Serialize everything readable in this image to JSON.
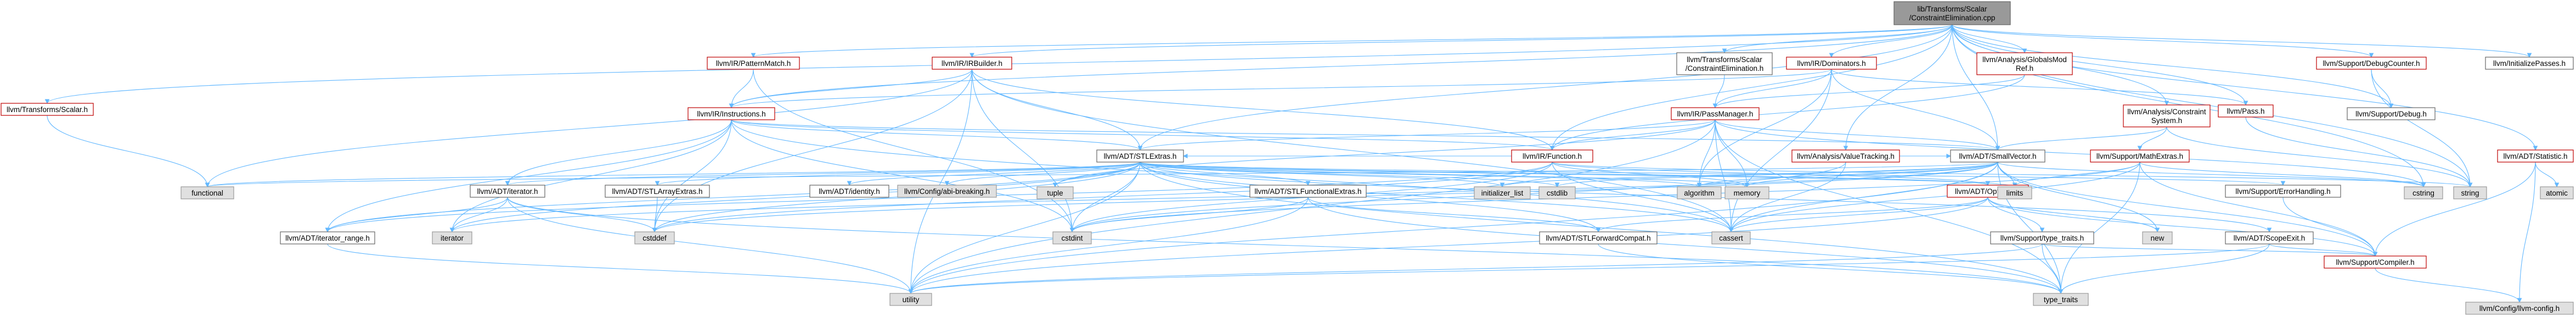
{
  "graph": {
    "nodes": [
      {
        "id": "root",
        "lines": [
          "lib/Transforms/Scalar",
          "/ConstraintElimination.cpp"
        ],
        "kind": "root",
        "interactable": false
      },
      {
        "id": "transforms_scalar_h",
        "lines": [
          "llvm/Transforms/Scalar.h"
        ],
        "kind": "red"
      },
      {
        "id": "patternmatch",
        "lines": [
          "llvm/IR/PatternMatch.h"
        ],
        "kind": "red"
      },
      {
        "id": "irbuilder",
        "lines": [
          "llvm/IR/IRBuilder.h"
        ],
        "kind": "red"
      },
      {
        "id": "ce_h",
        "lines": [
          "llvm/Transforms/Scalar",
          "/ConstraintElimination.h"
        ],
        "kind": "normal"
      },
      {
        "id": "dominators",
        "lines": [
          "llvm/IR/Dominators.h"
        ],
        "kind": "red"
      },
      {
        "id": "globalsmodref",
        "lines": [
          "llvm/Analysis/GlobalsMod",
          "Ref.h"
        ],
        "kind": "red"
      },
      {
        "id": "constraintsystem",
        "lines": [
          "llvm/Analysis/Constraint",
          "System.h"
        ],
        "kind": "red"
      },
      {
        "id": "pass",
        "lines": [
          "llvm/Pass.h"
        ],
        "kind": "red"
      },
      {
        "id": "debugcounter",
        "lines": [
          "llvm/Support/DebugCounter.h"
        ],
        "kind": "red"
      },
      {
        "id": "debug",
        "lines": [
          "llvm/Support/Debug.h"
        ],
        "kind": "normal"
      },
      {
        "id": "statistic",
        "lines": [
          "llvm/ADT/Statistic.h"
        ],
        "kind": "red"
      },
      {
        "id": "initializepasses",
        "lines": [
          "llvm/InitializePasses.h"
        ],
        "kind": "normal"
      },
      {
        "id": "instructions",
        "lines": [
          "llvm/IR/Instructions.h"
        ],
        "kind": "red"
      },
      {
        "id": "passmanager",
        "lines": [
          "llvm/IR/PassManager.h"
        ],
        "kind": "red"
      },
      {
        "id": "function",
        "lines": [
          "llvm/IR/Function.h"
        ],
        "kind": "red"
      },
      {
        "id": "valuetracking",
        "lines": [
          "llvm/Analysis/ValueTracking.h"
        ],
        "kind": "red"
      },
      {
        "id": "smallvector",
        "lines": [
          "llvm/ADT/SmallVector.h"
        ],
        "kind": "normal"
      },
      {
        "id": "mathextras",
        "lines": [
          "llvm/Support/MathExtras.h"
        ],
        "kind": "red"
      },
      {
        "id": "stlextras",
        "lines": [
          "llvm/ADT/STLExtras.h"
        ],
        "kind": "normal"
      },
      {
        "id": "iterator",
        "lines": [
          "llvm/ADT/iterator.h"
        ],
        "kind": "normal"
      },
      {
        "id": "stlarrayextras",
        "lines": [
          "llvm/ADT/STLArrayExtras.h"
        ],
        "kind": "normal"
      },
      {
        "id": "identity",
        "lines": [
          "llvm/ADT/identity.h"
        ],
        "kind": "normal"
      },
      {
        "id": "abibreaking",
        "lines": [
          "llvm/Config/abi-breaking.h"
        ],
        "kind": "std"
      },
      {
        "id": "stlfunctionalextras",
        "lines": [
          "llvm/ADT/STLFunctionalExtras.h"
        ],
        "kind": "normal"
      },
      {
        "id": "optional",
        "lines": [
          "llvm/ADT/Optional.h"
        ],
        "kind": "red"
      },
      {
        "id": "errorhandling",
        "lines": [
          "llvm/Support/ErrorHandling.h"
        ],
        "kind": "normal"
      },
      {
        "id": "scopeexit",
        "lines": [
          "llvm/ADT/ScopeExit.h"
        ],
        "kind": "normal"
      },
      {
        "id": "iterator_range",
        "lines": [
          "llvm/ADT/iterator_range.h"
        ],
        "kind": "normal"
      },
      {
        "id": "stlforwardcompat",
        "lines": [
          "llvm/ADT/STLForwardCompat.h"
        ],
        "kind": "normal"
      },
      {
        "id": "typetraits_support",
        "lines": [
          "llvm/Support/type_traits.h"
        ],
        "kind": "normal"
      },
      {
        "id": "compiler",
        "lines": [
          "llvm/Support/Compiler.h"
        ],
        "kind": "red"
      },
      {
        "id": "llvmconfig",
        "lines": [
          "llvm/Config/llvm-config.h"
        ],
        "kind": "std"
      },
      {
        "id": "functional",
        "lines": [
          "functional"
        ],
        "kind": "std"
      },
      {
        "id": "tuple",
        "lines": [
          "tuple"
        ],
        "kind": "std"
      },
      {
        "id": "initializer_list",
        "lines": [
          "initializer_list"
        ],
        "kind": "std"
      },
      {
        "id": "cstdlib",
        "lines": [
          "cstdlib"
        ],
        "kind": "std"
      },
      {
        "id": "algorithm",
        "lines": [
          "algorithm"
        ],
        "kind": "std"
      },
      {
        "id": "memory",
        "lines": [
          "memory"
        ],
        "kind": "std"
      },
      {
        "id": "limits",
        "lines": [
          "limits"
        ],
        "kind": "std"
      },
      {
        "id": "cstring",
        "lines": [
          "cstring"
        ],
        "kind": "std"
      },
      {
        "id": "string",
        "lines": [
          "string"
        ],
        "kind": "std"
      },
      {
        "id": "atomic",
        "lines": [
          "atomic"
        ],
        "kind": "std"
      },
      {
        "id": "literator",
        "lines": [
          "iterator"
        ],
        "kind": "std"
      },
      {
        "id": "cstddef",
        "lines": [
          "cstddef"
        ],
        "kind": "std"
      },
      {
        "id": "cstdint",
        "lines": [
          "cstdint"
        ],
        "kind": "std"
      },
      {
        "id": "cassert",
        "lines": [
          "cassert"
        ],
        "kind": "std"
      },
      {
        "id": "new",
        "lines": [
          "new"
        ],
        "kind": "std"
      },
      {
        "id": "utility",
        "lines": [
          "utility"
        ],
        "kind": "std"
      },
      {
        "id": "type_traits",
        "lines": [
          "type_traits"
        ],
        "kind": "std"
      }
    ],
    "edges": [
      [
        "root",
        "transforms_scalar_h"
      ],
      [
        "root",
        "patternmatch"
      ],
      [
        "root",
        "irbuilder"
      ],
      [
        "root",
        "ce_h"
      ],
      [
        "root",
        "dominators"
      ],
      [
        "root",
        "globalsmodref"
      ],
      [
        "root",
        "constraintsystem"
      ],
      [
        "root",
        "pass"
      ],
      [
        "root",
        "debugcounter"
      ],
      [
        "root",
        "debug"
      ],
      [
        "root",
        "statistic"
      ],
      [
        "root",
        "initializepasses"
      ],
      [
        "root",
        "stlextras"
      ],
      [
        "root",
        "smallvector"
      ],
      [
        "root",
        "valuetracking"
      ],
      [
        "root",
        "instructions"
      ],
      [
        "root",
        "function"
      ],
      [
        "root",
        "string"
      ],
      [
        "root",
        "cstring"
      ],
      [
        "transforms_scalar_h",
        "functional"
      ],
      [
        "patternmatch",
        "instructions"
      ],
      [
        "patternmatch",
        "cstdint"
      ],
      [
        "irbuilder",
        "instructions"
      ],
      [
        "irbuilder",
        "function"
      ],
      [
        "irbuilder",
        "stlextras"
      ],
      [
        "irbuilder",
        "cstdint"
      ],
      [
        "irbuilder",
        "cassert"
      ],
      [
        "irbuilder",
        "cstddef"
      ],
      [
        "irbuilder",
        "functional"
      ],
      [
        "irbuilder",
        "utility"
      ],
      [
        "ce_h",
        "passmanager"
      ],
      [
        "dominators",
        "passmanager"
      ],
      [
        "dominators",
        "smallvector"
      ],
      [
        "dominators",
        "algorithm"
      ],
      [
        "dominators",
        "cassert"
      ],
      [
        "dominators",
        "pass"
      ],
      [
        "dominators",
        "instructions"
      ],
      [
        "globalsmodref",
        "passmanager"
      ],
      [
        "globalsmodref",
        "function"
      ],
      [
        "constraintsystem",
        "smallvector"
      ],
      [
        "constraintsystem",
        "mathextras"
      ],
      [
        "constraintsystem",
        "string"
      ],
      [
        "pass",
        "string"
      ],
      [
        "debugcounter",
        "debug"
      ],
      [
        "debugcounter",
        "string"
      ],
      [
        "statistic",
        "compiler"
      ],
      [
        "statistic",
        "atomic"
      ],
      [
        "statistic",
        "llvmconfig"
      ],
      [
        "instructions",
        "stlextras"
      ],
      [
        "instructions",
        "iterator"
      ],
      [
        "instructions",
        "iterator_range"
      ],
      [
        "instructions",
        "cassert"
      ],
      [
        "instructions",
        "cstddef"
      ],
      [
        "instructions",
        "cstdint"
      ],
      [
        "instructions",
        "literator"
      ],
      [
        "instructions",
        "smallvector"
      ],
      [
        "instructions",
        "function"
      ],
      [
        "passmanager",
        "stlextras"
      ],
      [
        "passmanager",
        "smallvector"
      ],
      [
        "passmanager",
        "function"
      ],
      [
        "passmanager",
        "algorithm"
      ],
      [
        "passmanager",
        "cassert"
      ],
      [
        "passmanager",
        "cstring"
      ],
      [
        "passmanager",
        "memory"
      ],
      [
        "passmanager",
        "tuple"
      ],
      [
        "passmanager",
        "type_traits"
      ],
      [
        "passmanager",
        "utility"
      ],
      [
        "function",
        "stlextras"
      ],
      [
        "function",
        "iterator_range"
      ],
      [
        "function",
        "optional"
      ],
      [
        "function",
        "cassert"
      ],
      [
        "function",
        "cstddef"
      ],
      [
        "function",
        "cstdint"
      ],
      [
        "function",
        "memory"
      ],
      [
        "function",
        "string"
      ],
      [
        "valuetracking",
        "smallvector"
      ],
      [
        "valuetracking",
        "cassert"
      ],
      [
        "valuetracking",
        "cstdint"
      ],
      [
        "smallvector",
        "compiler"
      ],
      [
        "smallvector",
        "type_traits_support"
      ],
      [
        "smallvector",
        "algorithm"
      ],
      [
        "smallvector",
        "cassert"
      ],
      [
        "smallvector",
        "cstddef"
      ],
      [
        "smallvector",
        "cstdlib"
      ],
      [
        "smallvector",
        "cstring"
      ],
      [
        "smallvector",
        "functional"
      ],
      [
        "smallvector",
        "initializer_list"
      ],
      [
        "smallvector",
        "literator"
      ],
      [
        "smallvector",
        "limits"
      ],
      [
        "smallvector",
        "memory"
      ],
      [
        "smallvector",
        "new"
      ],
      [
        "smallvector",
        "type_traits"
      ],
      [
        "smallvector",
        "utility"
      ],
      [
        "mathextras",
        "compiler"
      ],
      [
        "mathextras",
        "cassert"
      ],
      [
        "mathextras",
        "climits"
      ],
      [
        "mathextras",
        "cstdint"
      ],
      [
        "mathextras",
        "cstring"
      ],
      [
        "mathextras",
        "limits"
      ],
      [
        "mathextras",
        "type_traits"
      ],
      [
        "stlextras",
        "stlforwardcompat"
      ],
      [
        "stlextras",
        "stlarrayextras"
      ],
      [
        "stlextras",
        "stlfunctionalextras"
      ],
      [
        "stlextras",
        "identity"
      ],
      [
        "stlextras",
        "iterator"
      ],
      [
        "stlextras",
        "iterator_range"
      ],
      [
        "stlextras",
        "abibreaking"
      ],
      [
        "stlextras",
        "errorhandling"
      ],
      [
        "stlextras",
        "algorithm"
      ],
      [
        "stlextras",
        "cassert"
      ],
      [
        "stlextras",
        "cstddef"
      ],
      [
        "stlextras",
        "cstdint"
      ],
      [
        "stlextras",
        "cstdlib"
      ],
      [
        "stlextras",
        "functional"
      ],
      [
        "stlextras",
        "initializer_list"
      ],
      [
        "stlextras",
        "literator"
      ],
      [
        "stlextras",
        "limits"
      ],
      [
        "stlextras",
        "memory"
      ],
      [
        "stlextras",
        "optional"
      ],
      [
        "stlextras",
        "tuple"
      ],
      [
        "stlextras",
        "type_traits"
      ],
      [
        "stlextras",
        "utility"
      ],
      [
        "stlextras",
        "scopeexit"
      ],
      [
        "iterator",
        "iterator_range"
      ],
      [
        "iterator",
        "cstddef"
      ],
      [
        "iterator",
        "literator"
      ],
      [
        "iterator",
        "type_traits"
      ],
      [
        "iterator",
        "utility"
      ],
      [
        "stlarrayextras",
        "cstddef"
      ],
      [
        "stlfunctionalextras",
        "stlforwardcompat"
      ],
      [
        "stlfunctionalextras",
        "cstdint"
      ],
      [
        "stlfunctionalextras",
        "type_traits"
      ],
      [
        "stlfunctionalextras",
        "utility"
      ],
      [
        "optional",
        "stlforwardcompat"
      ],
      [
        "optional",
        "compiler"
      ],
      [
        "optional",
        "typetraits_support"
      ],
      [
        "optional",
        "cassert"
      ],
      [
        "optional",
        "new"
      ],
      [
        "optional",
        "utility"
      ],
      [
        "errorhandling",
        "compiler"
      ],
      [
        "scopeexit",
        "compiler"
      ],
      [
        "scopeexit",
        "type_traits"
      ],
      [
        "scopeexit",
        "utility"
      ],
      [
        "iterator_range",
        "utility"
      ],
      [
        "stlforwardcompat",
        "type_traits"
      ],
      [
        "typetraits_support",
        "compiler"
      ],
      [
        "typetraits_support",
        "type_traits"
      ],
      [
        "typetraits_support",
        "utility"
      ],
      [
        "compiler",
        "llvmconfig"
      ]
    ]
  }
}
